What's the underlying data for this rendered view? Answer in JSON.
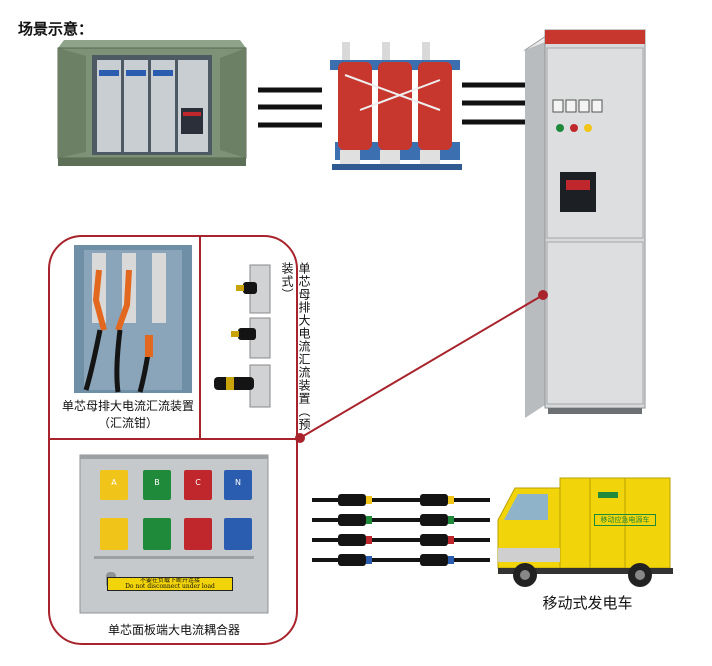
{
  "title": "场景示意：",
  "labels": {
    "clamp": "单芯母排大电流汇流装置",
    "clamp_sub": "（汇流钳）",
    "preset": "单芯母排大电流汇流装置（预装式）",
    "coupler": "单芯面板端大电流耦合器",
    "truck": "移动式发电车"
  },
  "coupler_sign": {
    "cn": "不要在负载下断开连接",
    "en": "Do not disconnect under load"
  },
  "phase_letters": [
    "A",
    "B",
    "C",
    "N"
  ],
  "truck_sign": "移动应急电源车",
  "colors": {
    "accent": "#a8232b",
    "phase_yellow": "#f0c419",
    "phase_green": "#1f8a3a",
    "phase_red": "#c0272d",
    "phase_blue": "#2a5db0"
  }
}
